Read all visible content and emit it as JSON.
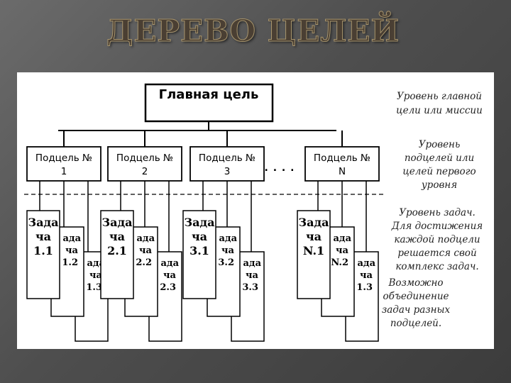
{
  "slide": {
    "title": "ДЕРЕВО ЦЕЛЕЙ"
  },
  "main_goal": {
    "label": "Главная цель"
  },
  "subgoal_prefix": "Подцель №",
  "subgoals": [
    {
      "number": "1",
      "tasks": [
        {
          "part1": "Зада",
          "part2": "ча",
          "id": "1.1"
        },
        {
          "part1": "ада",
          "part2": "ча",
          "id": "1.2"
        },
        {
          "part1": "ада",
          "part2": "ча",
          "id": "1.3"
        }
      ]
    },
    {
      "number": "2",
      "tasks": [
        {
          "part1": "Зада",
          "part2": "ча",
          "id": "2.1"
        },
        {
          "part1": "ада",
          "part2": "ча",
          "id": "2.2"
        },
        {
          "part1": "ада",
          "part2": "ча",
          "id": "2.3"
        }
      ]
    },
    {
      "number": "3",
      "tasks": [
        {
          "part1": "Зада",
          "part2": "ча",
          "id": "3.1"
        },
        {
          "part1": "ада",
          "part2": "ча",
          "id": "3.2"
        },
        {
          "part1": "ада",
          "part2": "ча",
          "id": "3.3"
        }
      ]
    },
    {
      "number": "N",
      "tasks": [
        {
          "part1": "Зада",
          "part2": "ча",
          "id": "N.1"
        },
        {
          "part1": "ада",
          "part2": "ча",
          "id": "N.2"
        },
        {
          "part1": "ада",
          "part2": "ча",
          "id": "1.3"
        }
      ]
    }
  ],
  "ellipsis": ". . . .",
  "level_notes": {
    "main": [
      "Уровень главной",
      "цели или миссии"
    ],
    "subgoals": [
      "Уровень",
      "подцелей или",
      "целей первого",
      "уровня"
    ],
    "tasks": [
      "Уровень задач.",
      "Для достижения",
      "каждой подцели",
      "решается свой",
      "комплекс задач."
    ],
    "combine": [
      "Возможно",
      "объединение",
      "задач разных",
      "подцелей."
    ]
  }
}
